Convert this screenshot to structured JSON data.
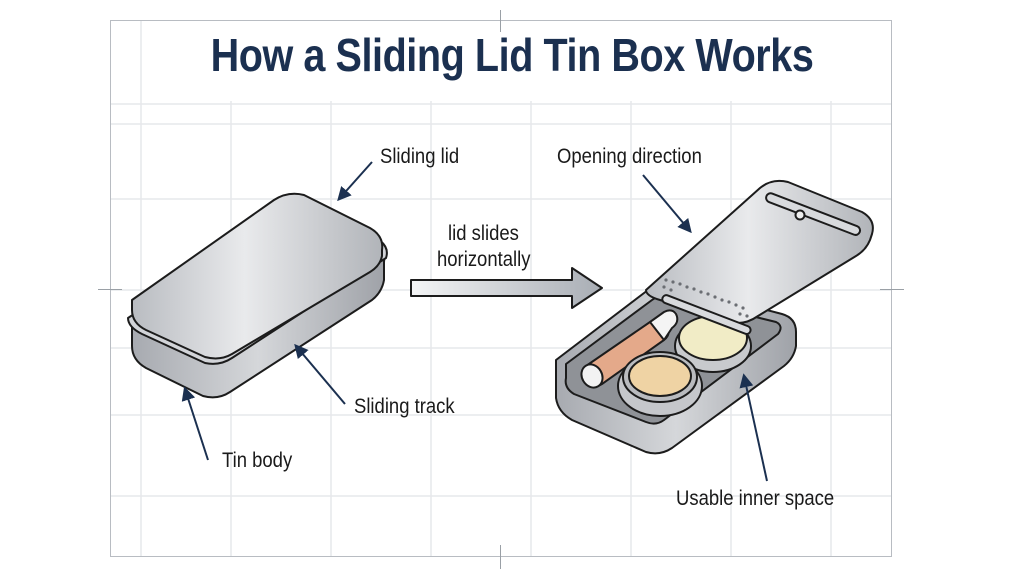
{
  "title": "How a Sliding Lid Tin Box Works",
  "labels": {
    "sliding_lid": "Sliding lid",
    "sliding_track": "Sliding track",
    "tin_body": "Tin body",
    "opening_direction": "Opening direction",
    "usable_inner_space": "Usable inner space",
    "arrow_line1": "lid slides",
    "arrow_line2": "horizontally"
  },
  "colors": {
    "title": "#1b3050",
    "leader_arrows": "#1b3050",
    "grid": "#e3e5e8",
    "frame": "#b8bcc2",
    "tin_metal": "#c9ccd0",
    "lip_balm": "#e4a98a",
    "salve_dark": "#efd3a4",
    "salve_light": "#f1ecc6"
  },
  "figures": {
    "left": "closed-tin-box",
    "right": "open-tin-box-with-contents"
  }
}
